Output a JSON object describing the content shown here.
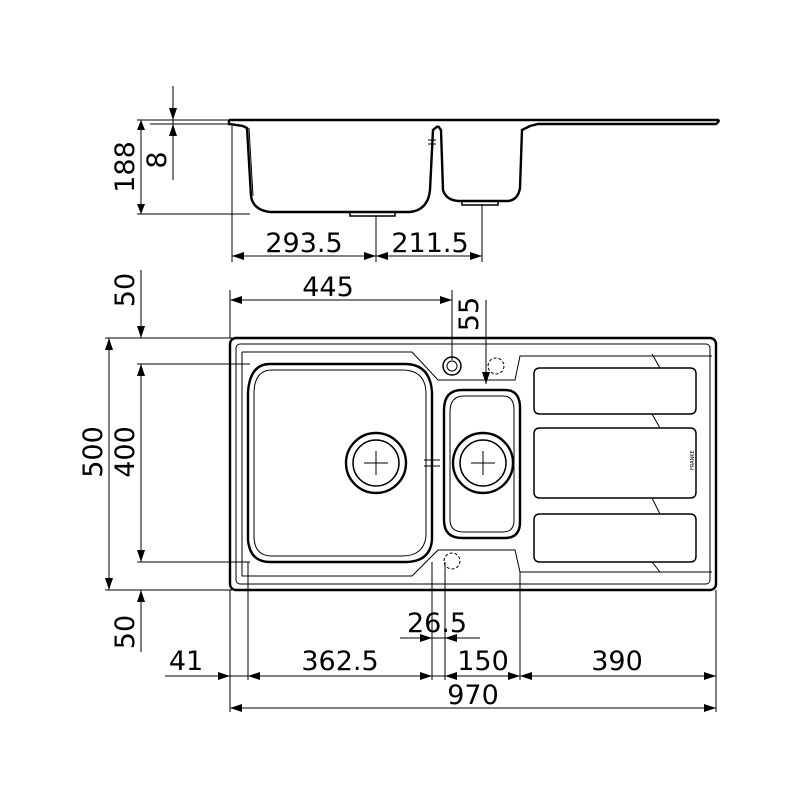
{
  "drawing": {
    "brand": "FRANKE",
    "side_view": {
      "total_depth": "188",
      "rim_thickness": "8",
      "main_bowl_drain": "293.5",
      "small_bowl_drain": "211.5"
    },
    "top_view": {
      "main_drain_from_left": "445",
      "tap_hole_offset": "55",
      "overall_depth": "500",
      "bowl_depth": "400",
      "margin_top": "50",
      "margin_bottom": "50",
      "bowl_gap": "26.5",
      "left_margin": "41",
      "main_bowl_width": "362.5",
      "small_bowl_width": "150",
      "drainer_width": "390",
      "overall_width": "970"
    }
  }
}
